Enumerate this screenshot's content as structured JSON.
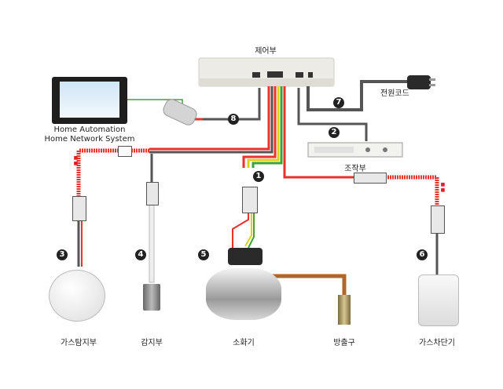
{
  "labels": {
    "controller": "제어부",
    "home_automation_line1": "Home Automation",
    "home_automation_line2": "Home Network System",
    "power_cord": "전원코드",
    "operation_unit": "조작부",
    "gas_detector": "가스탐지부",
    "sensor": "감지부",
    "extinguisher": "소화기",
    "discharge": "방출구",
    "gas_shutoff": "가스차단기"
  },
  "numbers": {
    "n1": "1",
    "n2": "2",
    "n3": "3",
    "n4": "4",
    "n5": "5",
    "n6": "6",
    "n7": "7",
    "n8": "8"
  },
  "colors": {
    "wire_red": "#e8322e",
    "wire_yellow": "#d8d21a",
    "wire_green": "#3aa33a",
    "cable_gray": "#555555",
    "pipe_copper": "#b0662a"
  }
}
